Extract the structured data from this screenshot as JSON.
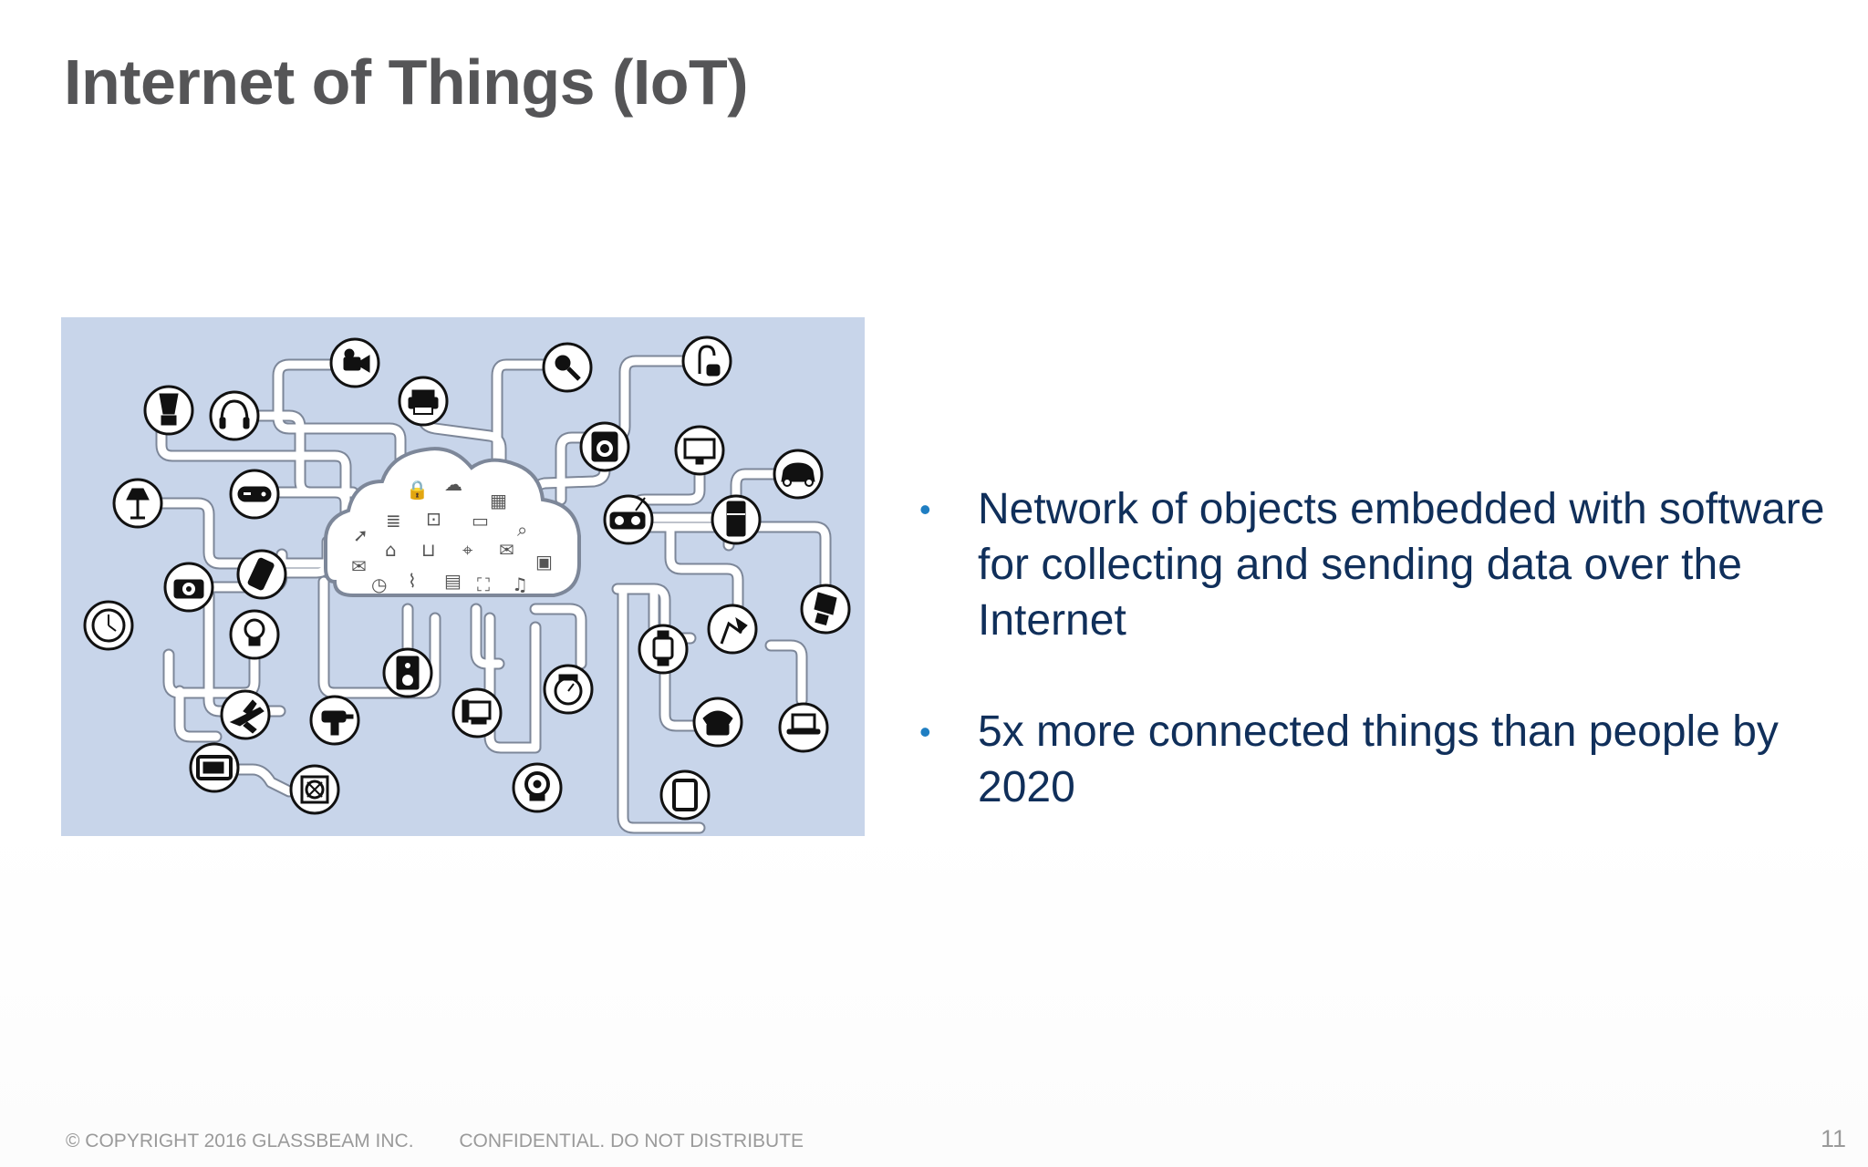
{
  "slide": {
    "title": "Internet of Things (IoT)",
    "bullets": [
      "Network of objects embedded with software for collecting and sending data over the Internet",
      "5x more connected things than people by 2020"
    ],
    "bullet_glyph": "•",
    "footer": {
      "copyright": "© COPYRIGHT 2016  GLASSBEAM INC.",
      "confidential": "CONFIDENTIAL. DO NOT DISTRIBUTE"
    },
    "page_number": "11"
  },
  "colors": {
    "title": "#555557",
    "bullet_text": "#102f5a",
    "bullet_dot": "#1f7ec2",
    "image_background": "#c8d5ea",
    "footer": "#9a9a9a"
  },
  "illustration": {
    "center": "cloud-icon",
    "devices": [
      "camcorder-icon",
      "printer-icon",
      "microphone-icon",
      "vacuum-icon",
      "blender-icon",
      "headphones-icon",
      "washing-machine-icon",
      "monitor-icon",
      "car-icon",
      "gamepad-icon",
      "radio-icon",
      "fridge-icon",
      "lamp-icon",
      "mobile-phone-icon",
      "camera-icon",
      "light-bulb-icon",
      "clock-icon",
      "desk-lamp-icon",
      "smartwatch-icon",
      "speaker-icon",
      "scale-icon",
      "computer-icon",
      "drill-icon",
      "airplane-icon",
      "telephone-icon",
      "laptop-icon",
      "tv-icon",
      "fan-icon",
      "webcam-icon",
      "tablet-icon",
      "energy-bulb-icon"
    ]
  }
}
